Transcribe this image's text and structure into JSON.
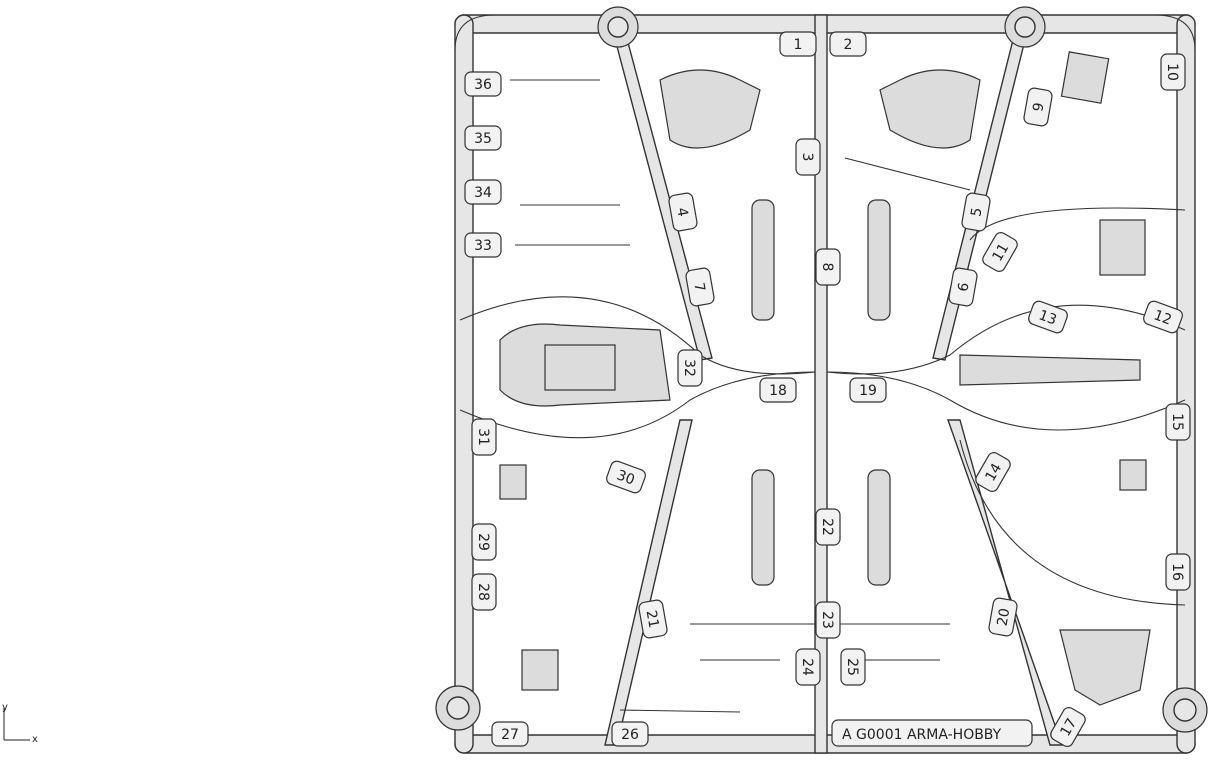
{
  "viewport": {
    "background": "#ffffff",
    "frame_color": "#e6e6e6",
    "line_color": "#333333"
  },
  "sprue": {
    "stamp": "A G0001  ARMA-HOBBY",
    "part_numbers": [
      "1",
      "2",
      "3",
      "4",
      "5",
      "6",
      "7",
      "8",
      "9",
      "10",
      "11",
      "12",
      "13",
      "14",
      "15",
      "16",
      "17",
      "18",
      "19",
      "20",
      "21",
      "22",
      "23",
      "24",
      "25",
      "26",
      "27",
      "28",
      "29",
      "30",
      "31",
      "32",
      "33",
      "34",
      "35",
      "36"
    ]
  },
  "axes": {
    "x_label": "x",
    "y_label": "y"
  }
}
